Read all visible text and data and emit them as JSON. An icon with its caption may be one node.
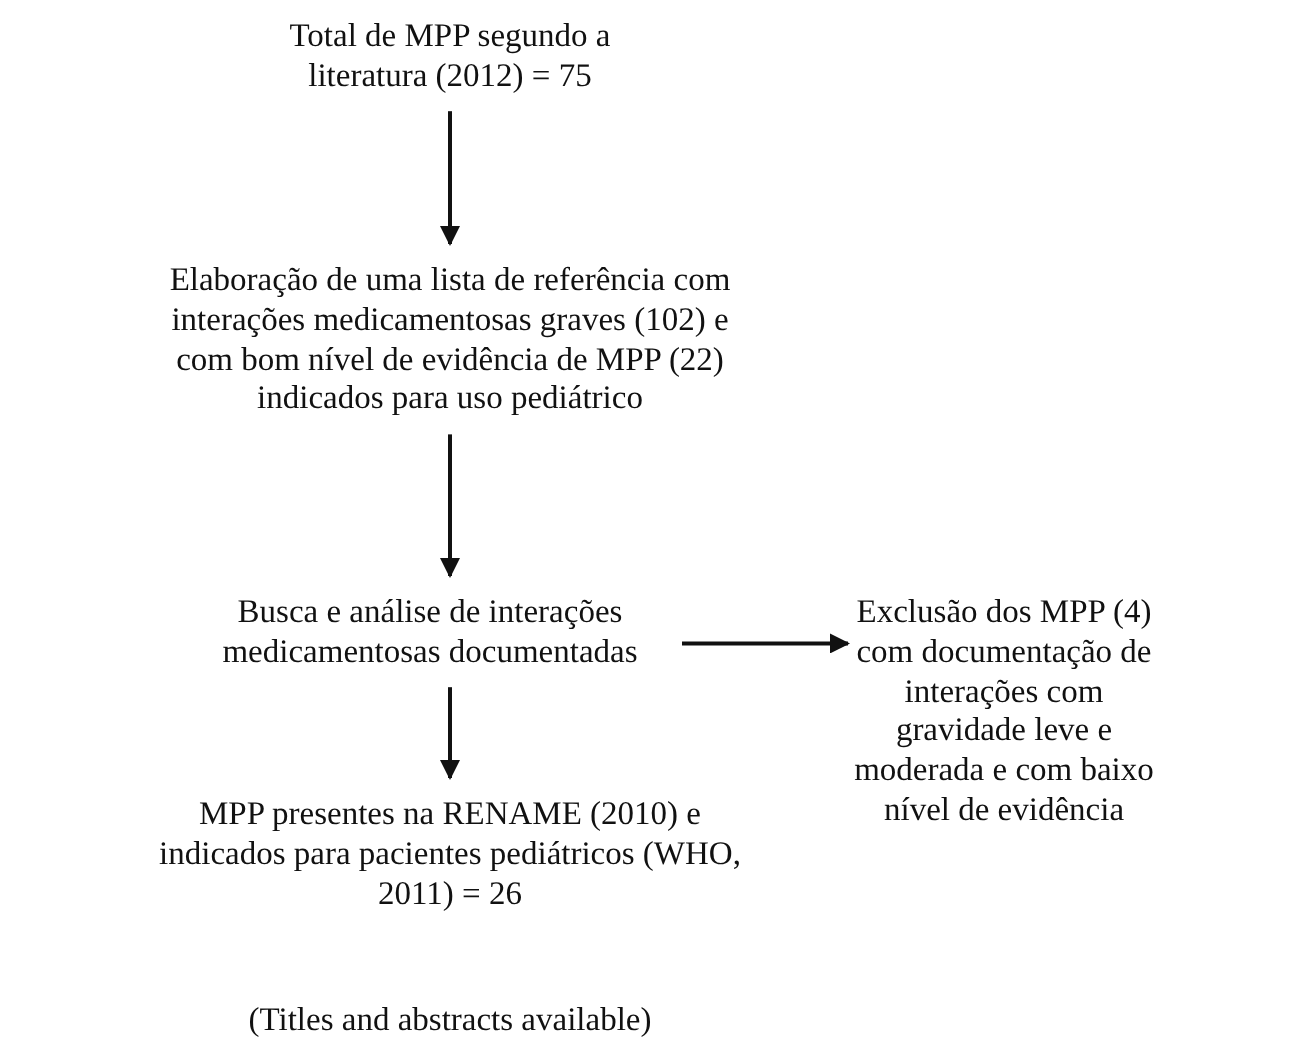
{
  "diagram": {
    "nodes": [
      {
        "text": [
          "Total de MPP segundo a literatura (2012) = 75"
        ]
      },
      {
        "text": [
          "Elaboração de uma lista de referência com interações medicamentosas graves (102) e com bom nível de evidência de MPP (22) indicados para uso pediátrico"
        ]
      },
      {
        "text": [
          "Busca e análise de interações medicamentosas documentadas"
        ]
      },
      {
        "text": [
          "Exclusão dos MPP (4) com documentação de interações com gravidade leve e moderada e com baixo nível de evidência"
        ]
      },
      {
        "text": [
          "MPP presentes na RENAME (2010) e indicados para pacientes pediátricos (WHO, 2011) = 26"
        ]
      }
    ],
    "edges": [
      {
        "from": 0,
        "to": 1,
        "arrow": "to"
      },
      {
        "from": 1,
        "to": 2,
        "arrow": "to"
      },
      {
        "from": 2,
        "to": 3,
        "arrow": "to"
      },
      {
        "from": 2,
        "to": 4,
        "arrow": "to"
      }
    ],
    "labels": [
      "(Titles and abstracts available)"
    ]
  }
}
